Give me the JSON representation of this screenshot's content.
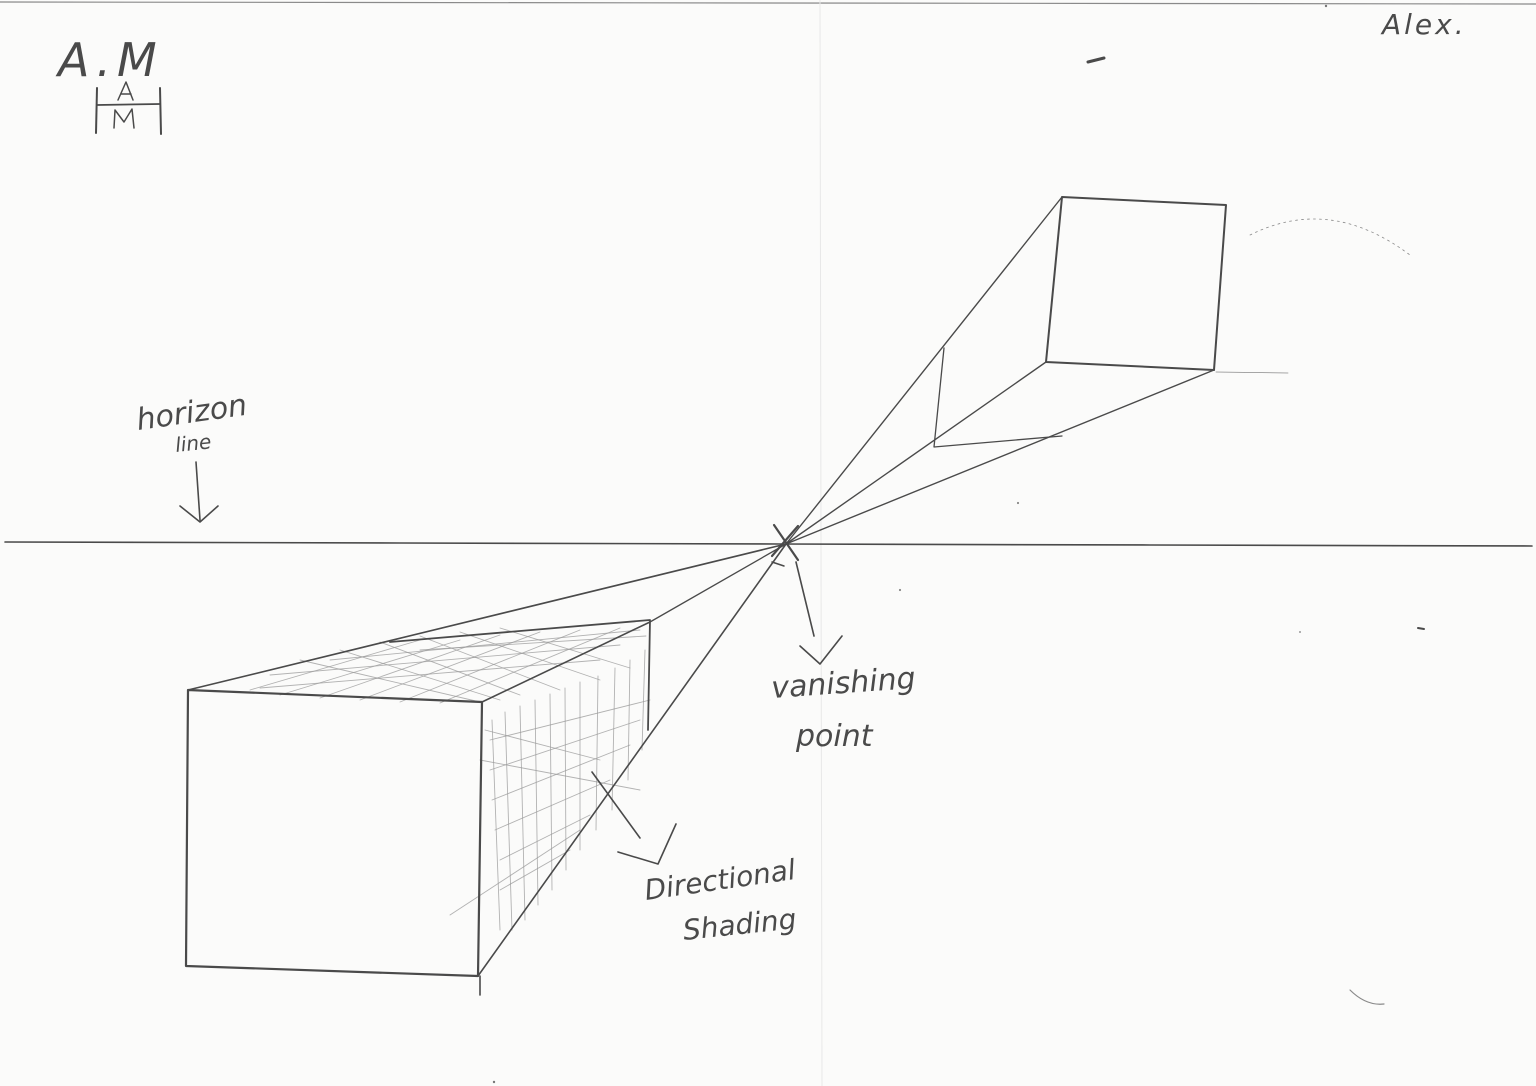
{
  "initials": "A.M",
  "monogram": "AM",
  "author": "Alex.",
  "labels": {
    "horizon_line_1": "horizon",
    "horizon_line_2": "line",
    "vanishing_point_1": "vanishing",
    "vanishing_point_2": "point",
    "directional_shading_1": "Directional",
    "directional_shading_2": "Shading"
  },
  "colors": {
    "paper": "#fbfbfa",
    "pencil": "#4a4a4a",
    "shading": "#9a9a9a"
  }
}
